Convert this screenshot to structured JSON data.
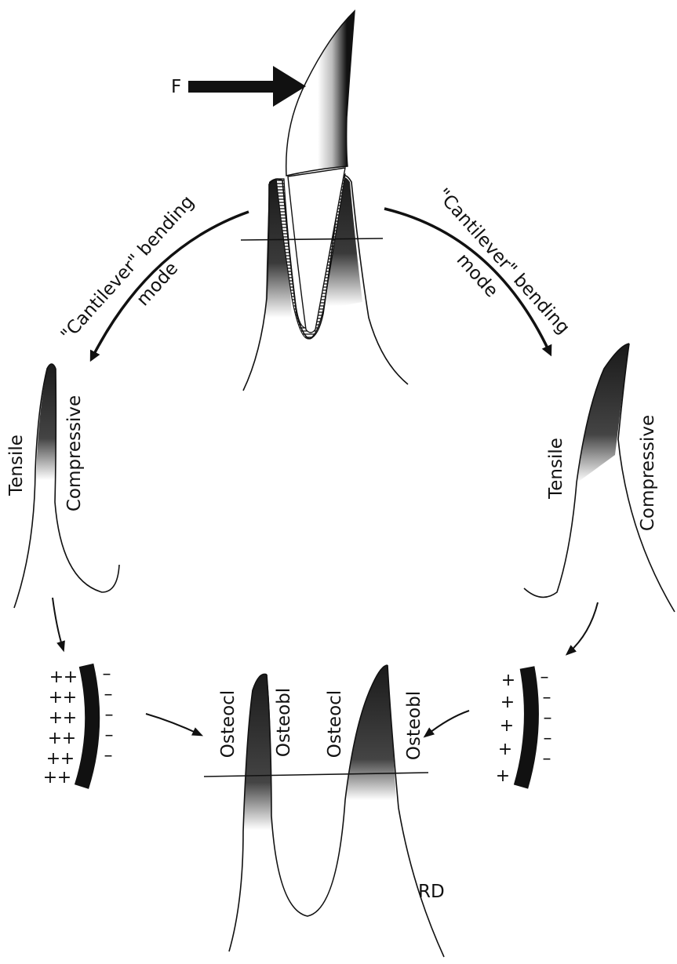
{
  "force_label": "F",
  "cantilever_left": {
    "line1": "\"Cantilever\" bending",
    "line2": "mode"
  },
  "cantilever_right": {
    "line1": "\"Cantilever\" bending",
    "line2": "mode"
  },
  "left_bone": {
    "tensile": "Tensile",
    "compressive": "Compressive"
  },
  "right_bone": {
    "tensile": "Tensile",
    "compressive": "Compressive"
  },
  "left_plate": {
    "plus": "+",
    "minus": "–"
  },
  "right_plate": {
    "plus": "+",
    "minus": "–"
  },
  "bottom": {
    "osteocl_left": "Osteocl",
    "osteobl_left": "Osteobl",
    "osteocl_right": "Osteocl",
    "osteobl_right": "Osteobl",
    "rd": "RD"
  },
  "colors": {
    "ink": "#111111",
    "shade_dark": "#1a1a1a",
    "shade_light": "#ffffff"
  }
}
